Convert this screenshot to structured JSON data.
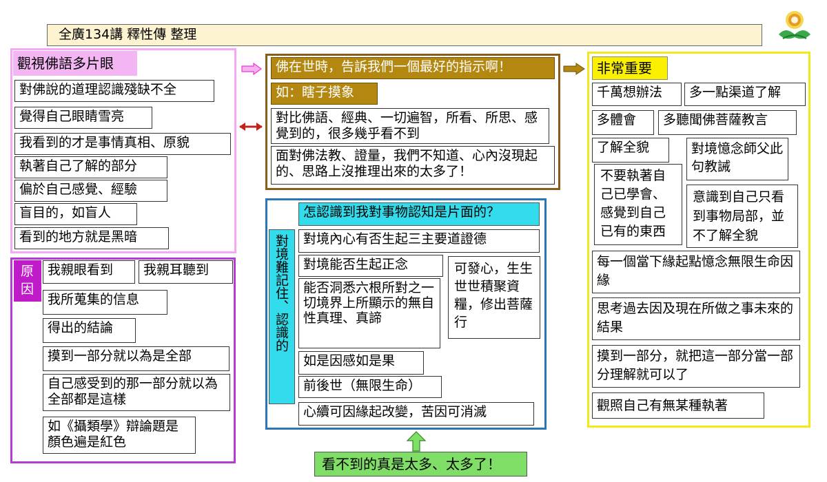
{
  "header": {
    "title": "全廣134講 釋性傳 整理"
  },
  "left": {
    "heading": "觀視佛語多片眼",
    "items": [
      "對佛說的道理認識殘缺不全",
      "覺得自己眼睛雪亮",
      "我看到的才是事情真相、原貌",
      "執著自己了解的部分",
      "偏於自己感覺、經驗",
      "盲目的，如盲人",
      "看到的地方就是黑暗"
    ]
  },
  "cause": {
    "label": "原因",
    "items": [
      "我親眼看到",
      "我親耳聽到",
      "我所蒐集的信息",
      "得出的結論",
      "摸到一部分就以為是全部",
      "自己感受到的那一部分就以為全部都是這樣",
      "如《攝類學》辯論題是顏色遍是紅色"
    ]
  },
  "middle_top": {
    "heading": "佛在世時，告訴我們一個最好的指示啊！",
    "example": "如：瞎子摸象",
    "items": [
      "對比佛語、經典、一切遍智，所看、所思、感覺到的，很多幾乎看不到",
      "面對佛法教、證量，我們不知道、心內沒現起的、思路上沒推理出來的太多了！"
    ]
  },
  "middle": {
    "question": "怎認識到我對事物認知是片面的？",
    "side_label": "對境難記住、認識的",
    "items": [
      "對境內心有否生起三主要道證德",
      "對境能否生起正念",
      "能否洞悉六根所對之一切境界上所顯示的無自性真理、真諦",
      "如是因感如是果",
      "前後世（無限生命）",
      "心續可因緣起改變，苦因可消滅"
    ],
    "side_note": "可發心，生生世世積聚資糧，修出菩薩行"
  },
  "right": {
    "heading": "非常重要",
    "items": [
      "千萬想辦法",
      "多一點渠道了解",
      "多體會",
      "多聽聞佛菩薩教言",
      "了解全貌",
      "對境憶念師父此句教誡",
      "不要執著自己已學會、感覺到自己已有的東西",
      "意識到自己只看到事物局部，並不了解全貌",
      "每一個當下緣起點憶念無限生命因緣",
      "思考過去因及現在所做之事未來的結果",
      "摸到一部分，就把這一部分當一部分理解就可以了",
      "觀照自己有無某種執著"
    ]
  },
  "bottom": {
    "conclusion": "看不到的真是太多、太多了！"
  },
  "colors": {
    "left_border": "#f6a7f6",
    "cause_border": "#b63bd6",
    "gold": "#b38710",
    "blue_border": "#2a75b6",
    "yellow": "#fbf000",
    "cyan": "#33dcec",
    "green": "#7fde66"
  },
  "icons": [
    "lotus-logo-icon",
    "right-arrow-icon",
    "double-arrow-icon",
    "up-arrow-icon"
  ]
}
